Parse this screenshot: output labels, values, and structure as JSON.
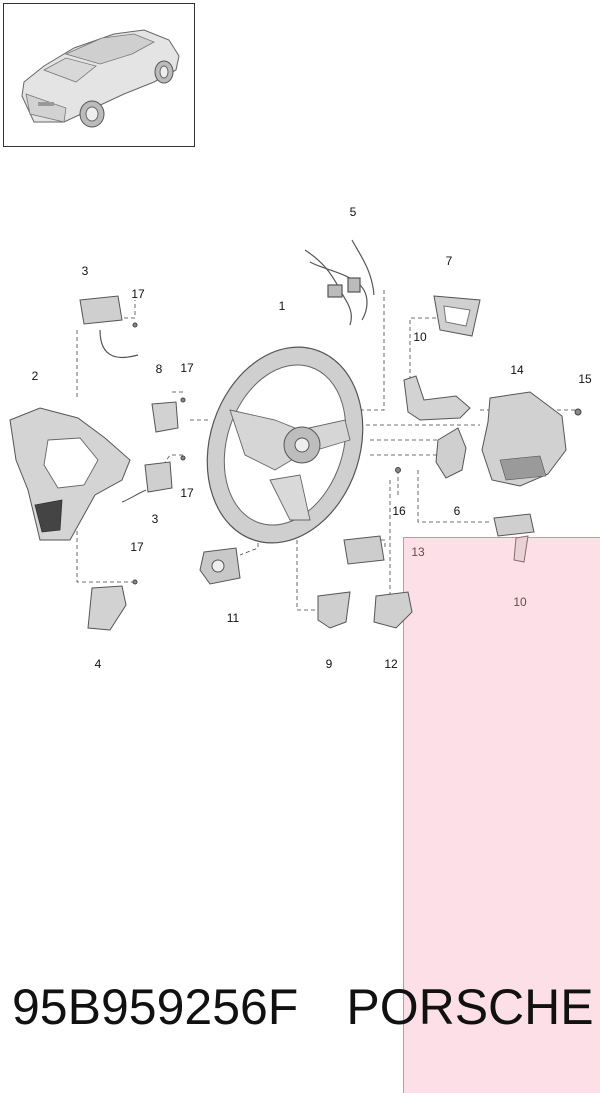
{
  "callouts": [
    {
      "id": "c1",
      "label": "1"
    },
    {
      "id": "c2",
      "label": "2"
    },
    {
      "id": "c3a",
      "label": "3"
    },
    {
      "id": "c3b",
      "label": "3"
    },
    {
      "id": "c4",
      "label": "4"
    },
    {
      "id": "c5",
      "label": "5"
    },
    {
      "id": "c6",
      "label": "6"
    },
    {
      "id": "c7",
      "label": "7"
    },
    {
      "id": "c8",
      "label": "8"
    },
    {
      "id": "c9",
      "label": "9"
    },
    {
      "id": "c10a",
      "label": "10"
    },
    {
      "id": "c10b",
      "label": "10"
    },
    {
      "id": "c11",
      "label": "11"
    },
    {
      "id": "c12",
      "label": "12"
    },
    {
      "id": "c13",
      "label": "13"
    },
    {
      "id": "c14",
      "label": "14"
    },
    {
      "id": "c15",
      "label": "15"
    },
    {
      "id": "c16",
      "label": "16"
    },
    {
      "id": "c17a",
      "label": "17"
    },
    {
      "id": "c17b",
      "label": "17"
    },
    {
      "id": "c17c",
      "label": "17"
    },
    {
      "id": "c17d",
      "label": "17"
    }
  ],
  "footer": {
    "part_number": "95B959256F",
    "brand": "PORSCHE"
  },
  "colors": {
    "highlight_fill": "#fde0e7",
    "highlight_border": "#e38a9c",
    "part_stroke": "#5a5a5a",
    "part_fill": "#c9c9c9"
  }
}
